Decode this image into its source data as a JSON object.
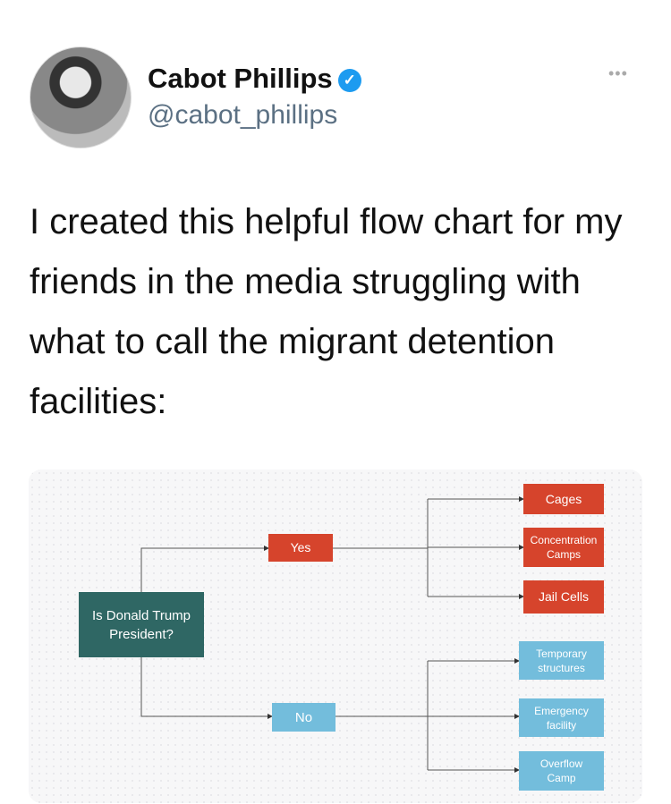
{
  "author": {
    "name": "Cabot Phillips",
    "handle": "@cabot_phillips",
    "verified_icon": "✓",
    "more_icon": "•••"
  },
  "tweet": {
    "text": "I created this helpful flow chart for my friends in the media struggling with what to call the migrant detention facilities:"
  },
  "flowchart": {
    "question": "Is Donald Trump President?",
    "yes": {
      "label": "Yes",
      "color": "#d6442c",
      "outcomes": [
        "Cages",
        "Concentration Camps",
        "Jail Cells"
      ]
    },
    "no": {
      "label": "No",
      "color": "#73bddc",
      "outcomes": [
        "Temporary structures",
        "Emergency facility",
        "Overflow Camp"
      ]
    }
  }
}
